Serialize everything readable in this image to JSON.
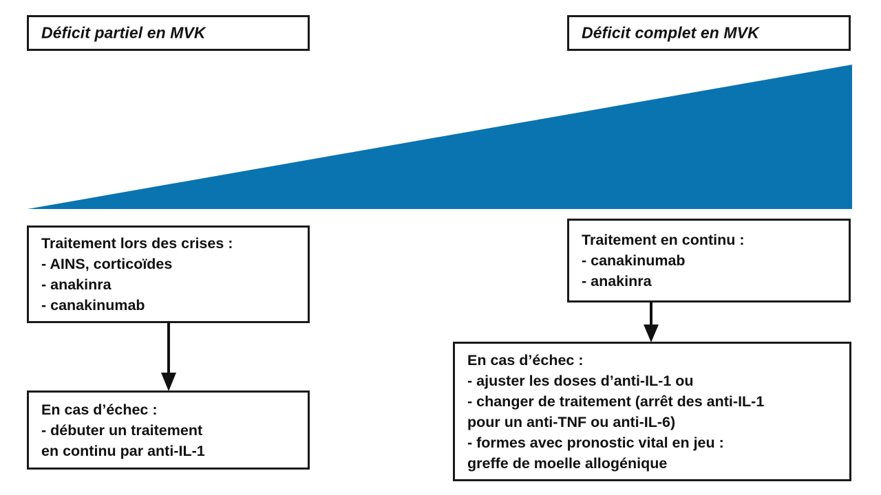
{
  "diagram": {
    "title_left": "Déficit partiel en MVK",
    "title_right": "Déficit complet en MVK",
    "wedge": {
      "color": "#0a74b0",
      "semantic": "severity-gradient-wedge"
    }
  },
  "left_pathway": {
    "header": "Déficit partiel en MVK",
    "treatment_box": {
      "heading": "Traitement lors des crises :",
      "items": [
        "- AINS, corticoïdes",
        "- anakinra",
        "- canakinumab"
      ]
    },
    "arrow": "down-arrow",
    "failure_box": {
      "heading": "En cas d’échec :",
      "items": [
        "- débuter un traitement",
        "en continu par anti-IL-1"
      ]
    }
  },
  "right_pathway": {
    "header": "Déficit complet en MVK",
    "treatment_box": {
      "heading": "Traitement en continu :",
      "items": [
        "- canakinumab",
        "- anakinra"
      ]
    },
    "arrow": "down-arrow",
    "failure_box": {
      "heading": "En cas d’échec :",
      "items": [
        "- ajuster les doses d’anti-IL-1 ou",
        "- changer de traitement (arrêt des anti-IL-1",
        "pour un anti-TNF ou anti-IL-6)",
        "- formes avec pronostic vital en jeu :",
        "greffe de moelle allogénique"
      ]
    }
  }
}
